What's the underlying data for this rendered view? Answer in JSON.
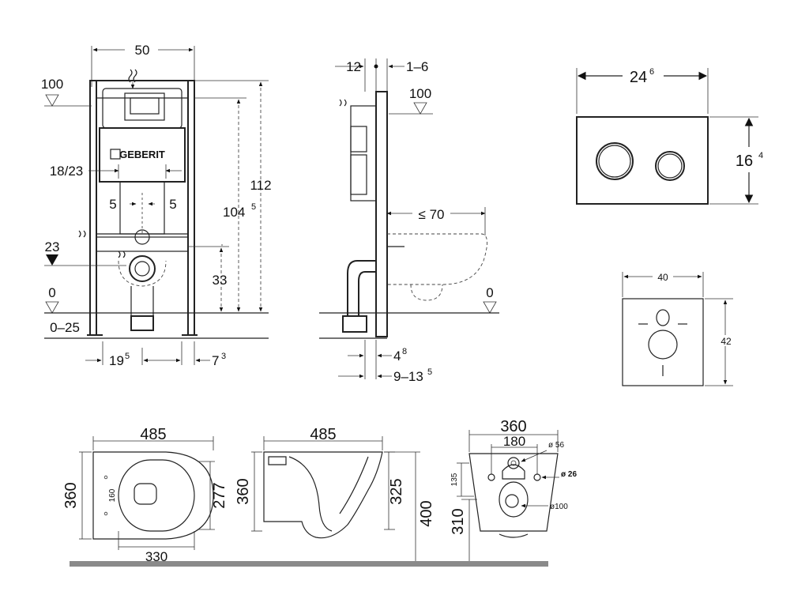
{
  "front_view": {
    "width": "50",
    "top_ref": "100",
    "brand": "GEBERIT",
    "bolt_spacing": "18/23",
    "drain_offset_left": "5",
    "drain_offset_right": "5",
    "height_total": "112",
    "height_actuator_base": "104",
    "height_actuator_sup": "5",
    "supply_level": "23",
    "drain_height": "33",
    "floor_ref": "0",
    "foot_range": "0–25",
    "foot_left_base": "19",
    "foot_left_sup": "5",
    "foot_right_base": "7",
    "foot_right_sup": "3"
  },
  "side_view": {
    "depth_top": "12",
    "wall_gap": "1–6",
    "top_ref": "100",
    "bowl_projection": "≤ 70",
    "floor_ref": "0",
    "frame_depth_base": "4",
    "frame_depth_sup": "8",
    "wall_range_base": "9–13",
    "wall_range_sup": "5"
  },
  "flush_plate": {
    "width_base": "24",
    "width_sup": "6",
    "height_base": "16",
    "height_sup": "4"
  },
  "wall_plate": {
    "width": "40",
    "height": "42"
  },
  "toilet_top": {
    "length": "485",
    "width": "360",
    "seat_width": "277",
    "hole_spacing": "160",
    "base_length": "330"
  },
  "toilet_side": {
    "length": "485",
    "height": "360",
    "outlet_height": "325",
    "mount_height": "400"
  },
  "toilet_back": {
    "width": "360",
    "bolt_spacing": "180",
    "inlet_dia": "ø 56",
    "bolt_dia": "ø 26",
    "inlet_height": "135",
    "outlet_dia": "ø100",
    "outlet_height": "310"
  }
}
